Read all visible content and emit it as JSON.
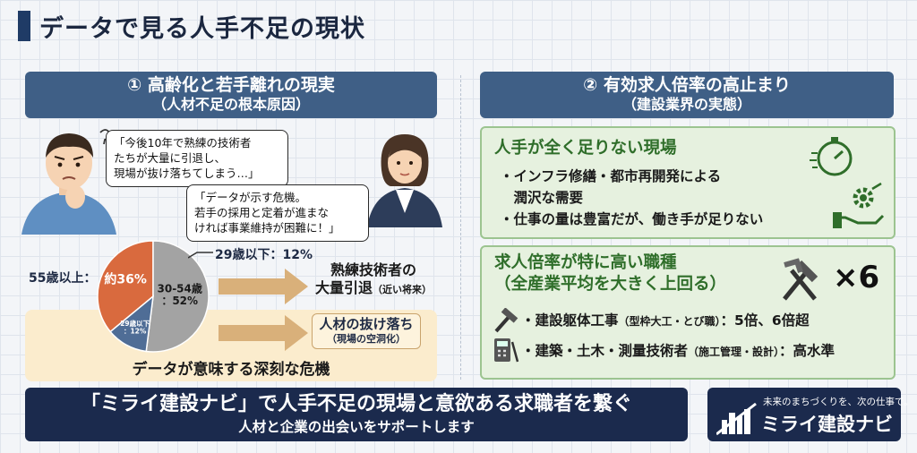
{
  "title": "データで見る人手不足の現状",
  "left": {
    "header_line1": "① 高齢化と若手離れの現実",
    "header_line2": "（人材不足の根本原因）",
    "bubble_man": [
      "「今後10年で熟練の技術者",
      "たちが大量に引退し、",
      "現場が抜け落ちてしまう…」"
    ],
    "bubble_woman": [
      "「データが示す危機。",
      "若手の採用と定着が進まな",
      "ければ事業維持が困難に！」"
    ],
    "outcome1_line1": "熟練技術者の",
    "outcome1_line2": "大量引退",
    "outcome1_suffix": "（近い将来）",
    "outcome2_line1": "人材の抜け落ち",
    "outcome2_line2": "（現場の空洞化）",
    "crisis_text": "データが意味する深刻な危機"
  },
  "chart_data": {
    "type": "pie",
    "slices": [
      {
        "label": "55歳以上",
        "inner_label": "約36%",
        "value": 36,
        "color": "#d96a3e"
      },
      {
        "label": "30-54歳",
        "inner_label": "30-54歳\n：52%",
        "value": 52,
        "color": "#a3a3a3"
      },
      {
        "label": "29歳以下",
        "inner_label": "29歳以下\n：12%",
        "value": 12,
        "color": "#4f6d96"
      }
    ],
    "callouts": {
      "under29": "29歳以下：12%",
      "over55": "55歳以上："
    }
  },
  "right": {
    "header_line1": "② 有効求人倍率の高止まり",
    "header_line2": "（建設業界の実態）",
    "box1_title": "人手が全く足りない現場",
    "box1_bullets": [
      "・インフラ修繕・都市再開発による",
      "　潤沢な需要",
      "・仕事の量は豊富だが、働き手が足りない"
    ],
    "box2_title_line1": "求人倍率が特に高い職種",
    "box2_title_line2": "（全産業平均を大きく上回る）",
    "multiplier": "×6",
    "job1_main": "・建設躯体工事",
    "job1_small": "（型枠大工・とび職）",
    "job1_value": "：5倍、6倍超",
    "job2_main": "・建築・土木・測量技術者",
    "job2_small": "（施工管理・設計）",
    "job2_value": "：高水準"
  },
  "banner": {
    "main": "「ミライ建設ナビ」で人手不足の現場と意欲ある求職者を繋ぐ",
    "sub": "人材と企業の出会いをサポートします"
  },
  "logo": {
    "tagline": "未来のまちづくりを、次の仕事で。",
    "name": "ミライ建設ナビ"
  },
  "colors": {
    "navy": "#1b2a4d",
    "section_blue": "#3f5f86",
    "orange": "#d96a3e",
    "green_title": "#2f6e2a",
    "arrow_tan": "#d9b07a"
  }
}
